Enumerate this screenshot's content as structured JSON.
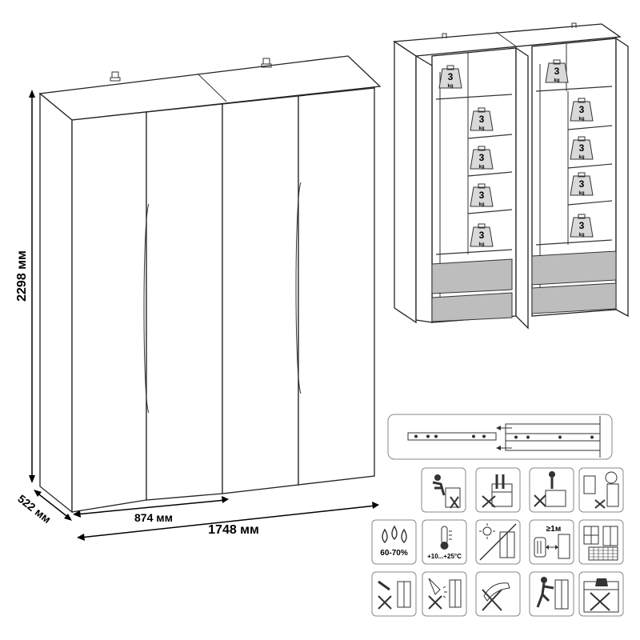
{
  "dimensions": {
    "height": "2298 мм",
    "depth": "522 мм",
    "half_width": "874 мм",
    "total_width": "1748 мм"
  },
  "weight_tag": {
    "value": "3",
    "unit": "kg"
  },
  "care_icons": {
    "humidity": "60-70%",
    "temperature": "+10...+25°C",
    "distance": "≥1м"
  }
}
